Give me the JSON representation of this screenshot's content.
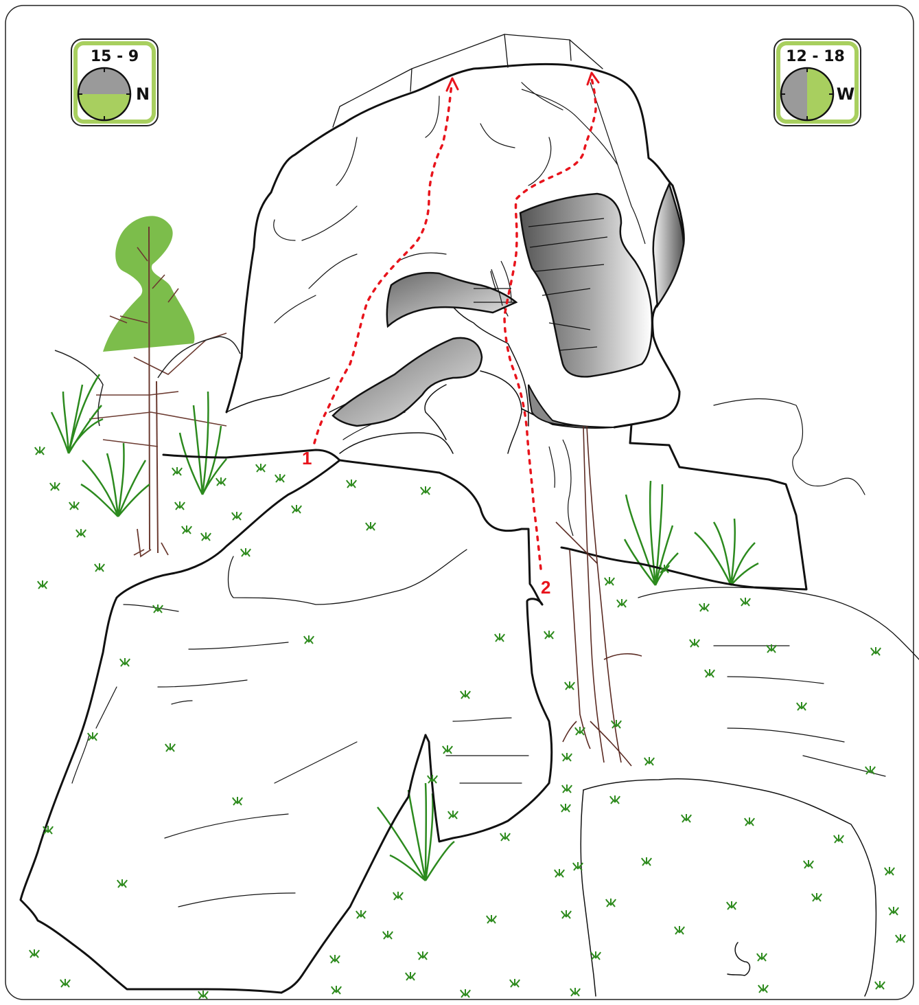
{
  "badges": [
    {
      "hours": "15 - 9",
      "direction": "N"
    },
    {
      "hours": "12 - 18",
      "direction": "W"
    }
  ],
  "routes": [
    {
      "number": "1"
    },
    {
      "number": "2"
    }
  ],
  "colors": {
    "route": "#e8141c",
    "grass": "#a8cf5f",
    "badge_border": "#8ab84a",
    "shade": "#8c8c8c",
    "rock_line": "#111111",
    "root": "#5a2a22",
    "tuft": "#2e8b1e"
  }
}
